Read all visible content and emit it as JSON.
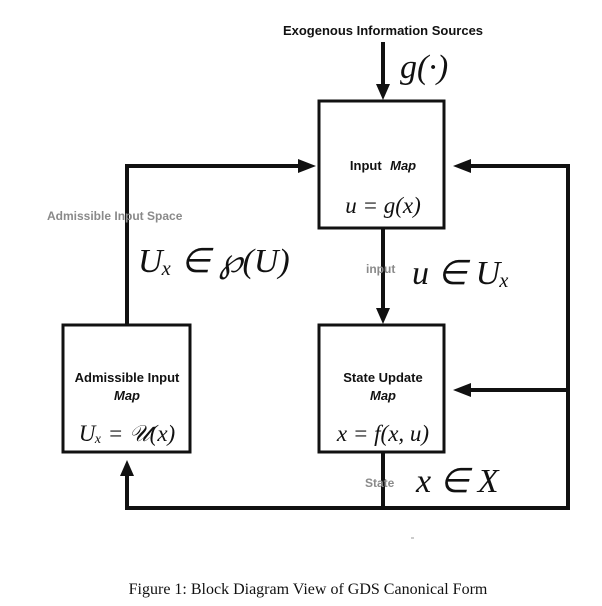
{
  "diagram": {
    "sources_label": "Exogenous Information Sources",
    "sources_math": "g(·)",
    "input_map": {
      "title": "Input",
      "subtitle": "Map",
      "equation": "u = g(x)"
    },
    "state_update": {
      "title": "State Update",
      "subtitle": "Map",
      "equation": "x = f(x, u)"
    },
    "admissible_input": {
      "title": "Admissible Input",
      "subtitle": "Map",
      "equation": "Uₓ = 𝒰(x)"
    },
    "edges": {
      "admissible_space_label": "Admissible Input Space",
      "admissible_space_math": "Uₓ ∈ ℘(U)",
      "input_label": "input",
      "input_math": "u ∈ Uₓ",
      "state_label": "State",
      "state_math": "x ∈ X"
    },
    "caption": "Figure 1: Block Diagram View of GDS Canonical Form"
  }
}
